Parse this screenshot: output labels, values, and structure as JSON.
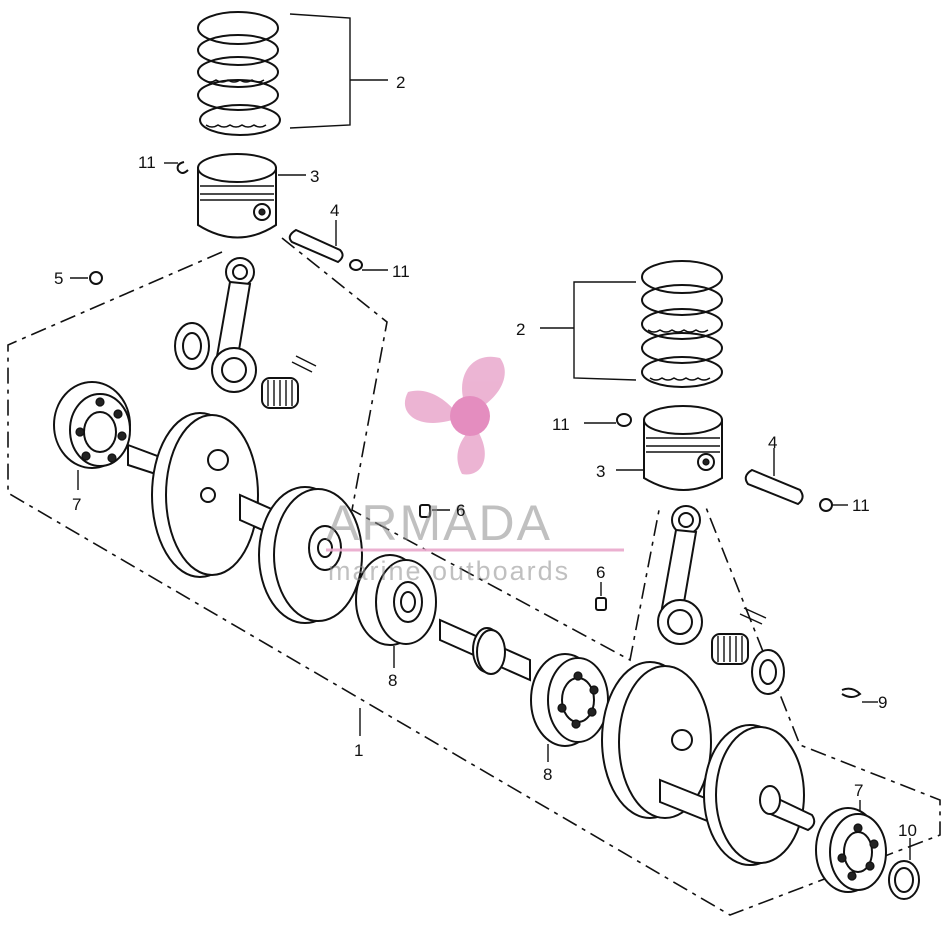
{
  "callouts": {
    "c1": "1",
    "c2_top": "2",
    "c2_right": "2",
    "c3_top": "3",
    "c3_right": "3",
    "c4_top": "4",
    "c4_right": "4",
    "c5": "5",
    "c6_upper": "6",
    "c6_lower": "6",
    "c7_left": "7",
    "c7_right": "7",
    "c8_left": "8",
    "c8_right": "8",
    "c9": "9",
    "c10": "10",
    "c11_top_left": "11",
    "c11_top_right": "11",
    "c11_mid": "11",
    "c11_right": "11"
  },
  "watermark": {
    "title": "ARMADA",
    "subtitle": "marine outboards",
    "logo_icon": "propeller-logo-icon",
    "logo_color": "#e9a8cc"
  }
}
